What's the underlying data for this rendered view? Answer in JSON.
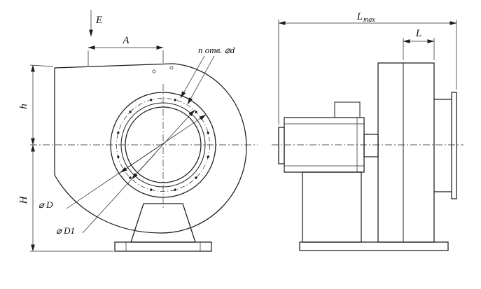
{
  "drawing": {
    "front_view": {
      "dim_E": "E",
      "dim_A": "A",
      "dim_h": "h",
      "dim_H": "H",
      "dim_D": "⌀ D",
      "dim_D1": "⌀ D1",
      "holes_note": "n отв. ⌀d"
    },
    "side_view": {
      "dim_L": "L",
      "dim_Lmax_base": "L",
      "dim_Lmax_sub": "max"
    }
  }
}
